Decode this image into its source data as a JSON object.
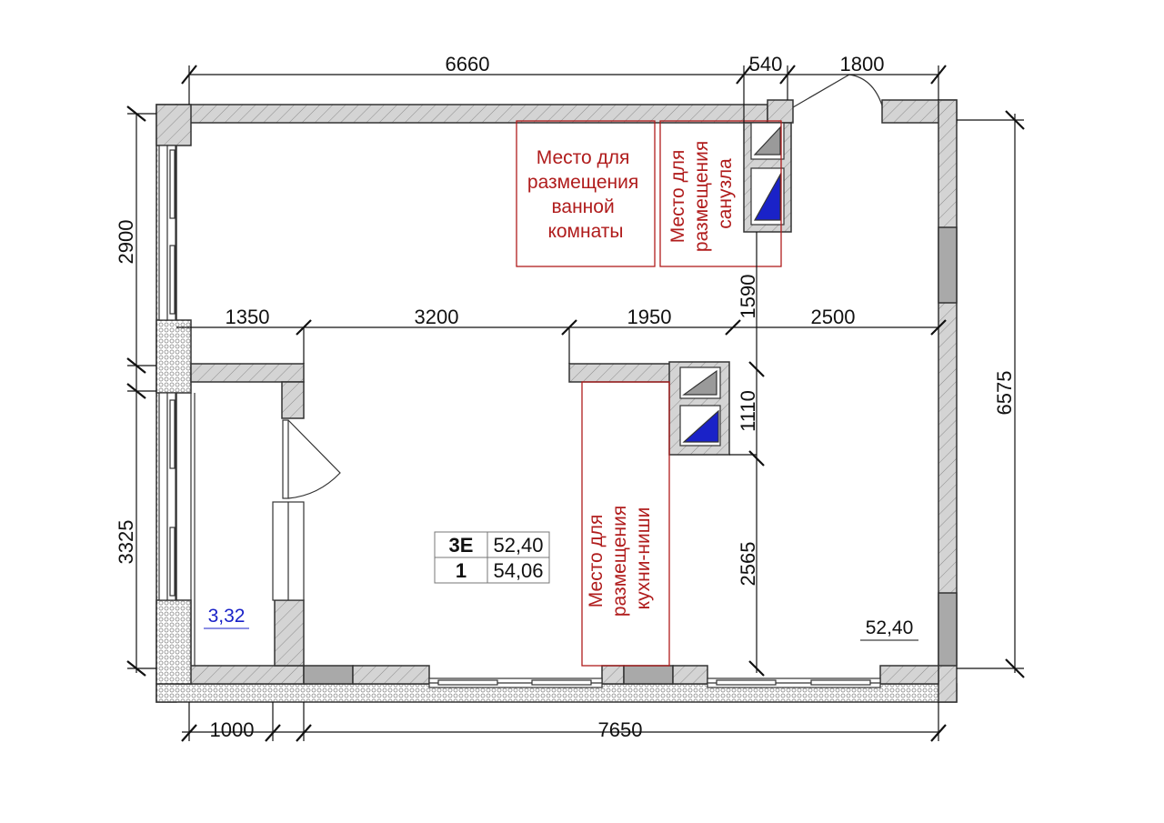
{
  "dimensions": {
    "top_6660": "6660",
    "top_540": "540",
    "top_1800": "1800",
    "mid_1350": "1350",
    "mid_3200": "3200",
    "mid_1950": "1950",
    "mid_2500": "2500",
    "left_2900": "2900",
    "left_3325": "3325",
    "v_1590": "1590",
    "v_1110": "1110",
    "v_2565": "2565",
    "right_6575": "6575",
    "bottom_1000": "1000",
    "bottom_7650": "7650"
  },
  "zones": {
    "bathroom": [
      "Место для",
      "размещения",
      "ванной",
      "комнаты"
    ],
    "wc": [
      "Место для",
      "размещения",
      "санузла"
    ],
    "kitchen": [
      "Место для",
      "размещения",
      "кухни-ниши"
    ]
  },
  "table": {
    "r1c1": "3E",
    "r1c2": "52,40",
    "r2c1": "1",
    "r2c2": "54,06"
  },
  "areas": {
    "balcony": "3,32",
    "main": "52,40"
  },
  "colors": {
    "zone": "#b01c1c",
    "fixture": "#1a22c8",
    "balcony_area": "#1a22c8",
    "wall": "#c8c8c8",
    "column": "#a9a9a9"
  }
}
